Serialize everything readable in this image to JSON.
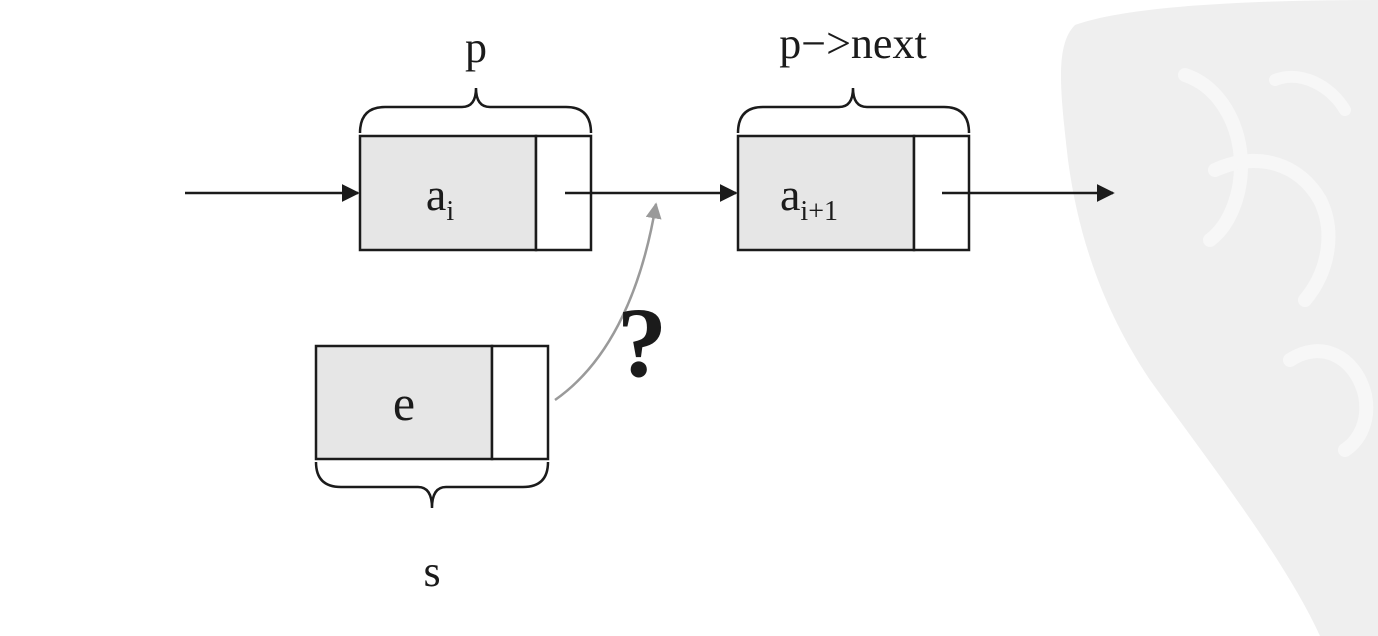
{
  "labels": {
    "p": "p",
    "p_next": "p−>next",
    "s": "s",
    "question": "?"
  },
  "nodes": [
    {
      "id": "node-ai",
      "base": "a",
      "subscript": "i"
    },
    {
      "id": "node-ai1",
      "base": "a",
      "subscript": "i+1"
    },
    {
      "id": "node-e",
      "base": "e",
      "subscript": ""
    }
  ],
  "colors": {
    "line": "#1b1b1b",
    "data_fill": "#e6e6e6",
    "pointer_fill": "#ffffff",
    "ghost_arrow": "#9a9a9a",
    "watermark": "#efefef"
  }
}
